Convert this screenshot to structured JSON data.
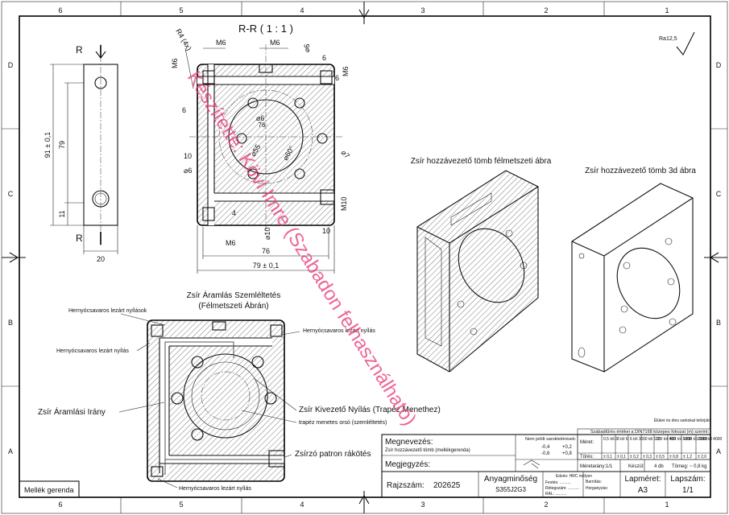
{
  "frame": {
    "col_labels": [
      "6",
      "5",
      "4",
      "3",
      "2",
      "1"
    ],
    "row_labels": [
      "D",
      "C",
      "B",
      "A"
    ]
  },
  "section": {
    "title": "R-R ( 1 : 1 )",
    "cut_letter": "R",
    "dims": {
      "r4": "R4 (4x)",
      "m6_a": "M6",
      "m6_b": "M6",
      "m6_c": "M6",
      "m6_left": "M6",
      "d6_top": "⌀6",
      "six_a": "6",
      "six_b": "6",
      "six_c": "6",
      "d6_mid": "⌀6",
      "d55": "⌀55",
      "d60": "⌀60°",
      "d7": "⌀7",
      "ten_a": "10",
      "d6_left": "⌀6",
      "m10": "M10",
      "four": "4",
      "m6_bottom": "M6",
      "d10": "⌀10",
      "ten_b": "10",
      "width_76": "76",
      "width_79": "79 ± 0,1"
    }
  },
  "side_view": {
    "h91": "91 ± 0,1",
    "h79": "79",
    "h11": "11",
    "w20": "20"
  },
  "roughness": "Ra12,5",
  "views": {
    "half_section_title": "Zsír hozzávezető tömb félmetszeti ábra",
    "iso_title": "Zsír hozzávezető tömb 3d ábra"
  },
  "flow": {
    "title_line1": "Zsír Áramlás Szemléltetés",
    "title_line2": "(Félmetszeti Ábrán)",
    "callouts": {
      "seal_holes": "Hernyócsavaros lezárt nyílások",
      "seal_right": "Hernyócsavaros lezárt nyílás",
      "seal_left": "Hernyócsavaros lezárt nyílás",
      "flow_dir": "Zsír Áramlási Irány",
      "outlet": "Zsír Kivezető Nyílás (Trapéz Menethez)",
      "spindle": "trapéz menetes orsó (szemléltetés)",
      "nipple": "Zsírzó patron rákötés",
      "seal_bottom": "Hernyócsavaros lezárt nyílás"
    }
  },
  "watermark": "Készítette: Kövi Imre (Szabadon felhasználható)",
  "label_box": "Mellék gerenda",
  "title_block": {
    "tol_note": "Élüket és éles sarkokat letörjük!",
    "tol_title": "Szabadtűrés értékei a DIN7168 közepes fokozat (m) szerint:",
    "tol_meret": "Méret:",
    "tol_turés": "Tűrés:",
    "tol_ranges": [
      "0,5 tól 3",
      "3 tól 6",
      "6 tól 30",
      "30 tól 120",
      "120 tól 400",
      "400 tól 1000",
      "1000 tól 2000",
      "2000 tól 4000"
    ],
    "tol_values": [
      "± 0,1",
      "± 0,1",
      "± 0,2",
      "± 0,3",
      "± 0,5",
      "± 0,8",
      "± 1,2",
      "± 2,0"
    ],
    "nem_jelolt": "Nem jelölt sarokletörések:",
    "tol_a1": "-0,4",
    "tol_a2": "-0,6",
    "tol_b1": "+0,2",
    "tol_b2": "+0,8",
    "megnevezes_label": "Megnevezés:",
    "megnevezes_value": "Zsír hozzávezető tömb (mellékgerenda)",
    "megjegyzes_label": "Megjegyzés:",
    "meretarany": "Méretarány:1/1",
    "keszul_label": "Készül:",
    "keszul_value": "4 db",
    "tomeg": "Tömeg: ~ 0,8 kg",
    "rajzszam_label": "Rajzszám:",
    "rajzszam_value": "202625",
    "anyag_label": "Anyagminőség",
    "anyag_value": "S355J2G3",
    "edzes": "Edzés: HRC mélyen",
    "festes": "Festés: ..........",
    "retegszam": "Rétegszám: ..........",
    "ral": "RAL: ..........",
    "barnitas": "Barnítás:",
    "horganyzas": "Horganyzás:",
    "lapmeret_label": "Lapméret:",
    "lapmeret_value": "A3",
    "lapszam_label": "Lapszám:",
    "lapszam_value": "1/1"
  }
}
